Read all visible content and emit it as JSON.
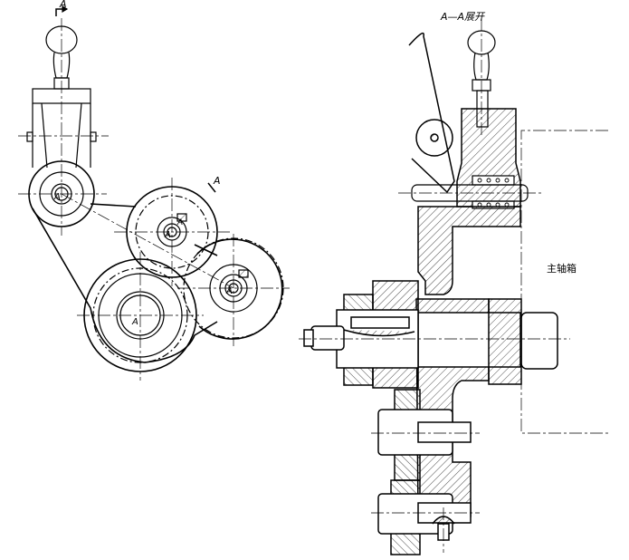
{
  "labels": {
    "section_marker_top": "A",
    "section_marker_mid": "A",
    "section_title": "A—A展开",
    "spindle_box": "主轴箱",
    "center_a1": "A",
    "center_a2": "A",
    "center_a3": "A",
    "center_a4": "A",
    "center_a5": "A"
  },
  "colors": {
    "line": "#000000",
    "background": "#ffffff"
  }
}
